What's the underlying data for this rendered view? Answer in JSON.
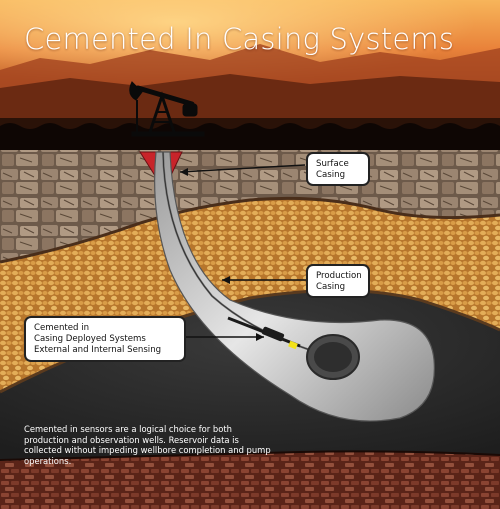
{
  "title": "Cemented In Casing Systems",
  "callouts": {
    "surface_casing": [
      "Surface",
      "Casing"
    ],
    "production_casing": [
      "Production",
      "Casing"
    ],
    "cemented": [
      "Cemented in",
      "Casing Deployed Systems",
      "External and Internal Sensing"
    ]
  },
  "caption": "Cemented in sensors are a logical choice for both production and observation wells. Reservoir data is collected without impeding wellbore completion and pump operations.",
  "colors": {
    "sky_top": "#e9823a",
    "sky_bottom": "#7a2a10",
    "rock_layer": "#8a7460",
    "sand_layer": "#d9a04a",
    "reservoir": "#2b2b2b",
    "bottom_layer": "#7a3a28",
    "casing": "#b8b8b8",
    "cement_wedge": "#c8242a",
    "sensor": "#f2e21a"
  },
  "icons": [
    "pumpjack-icon"
  ]
}
